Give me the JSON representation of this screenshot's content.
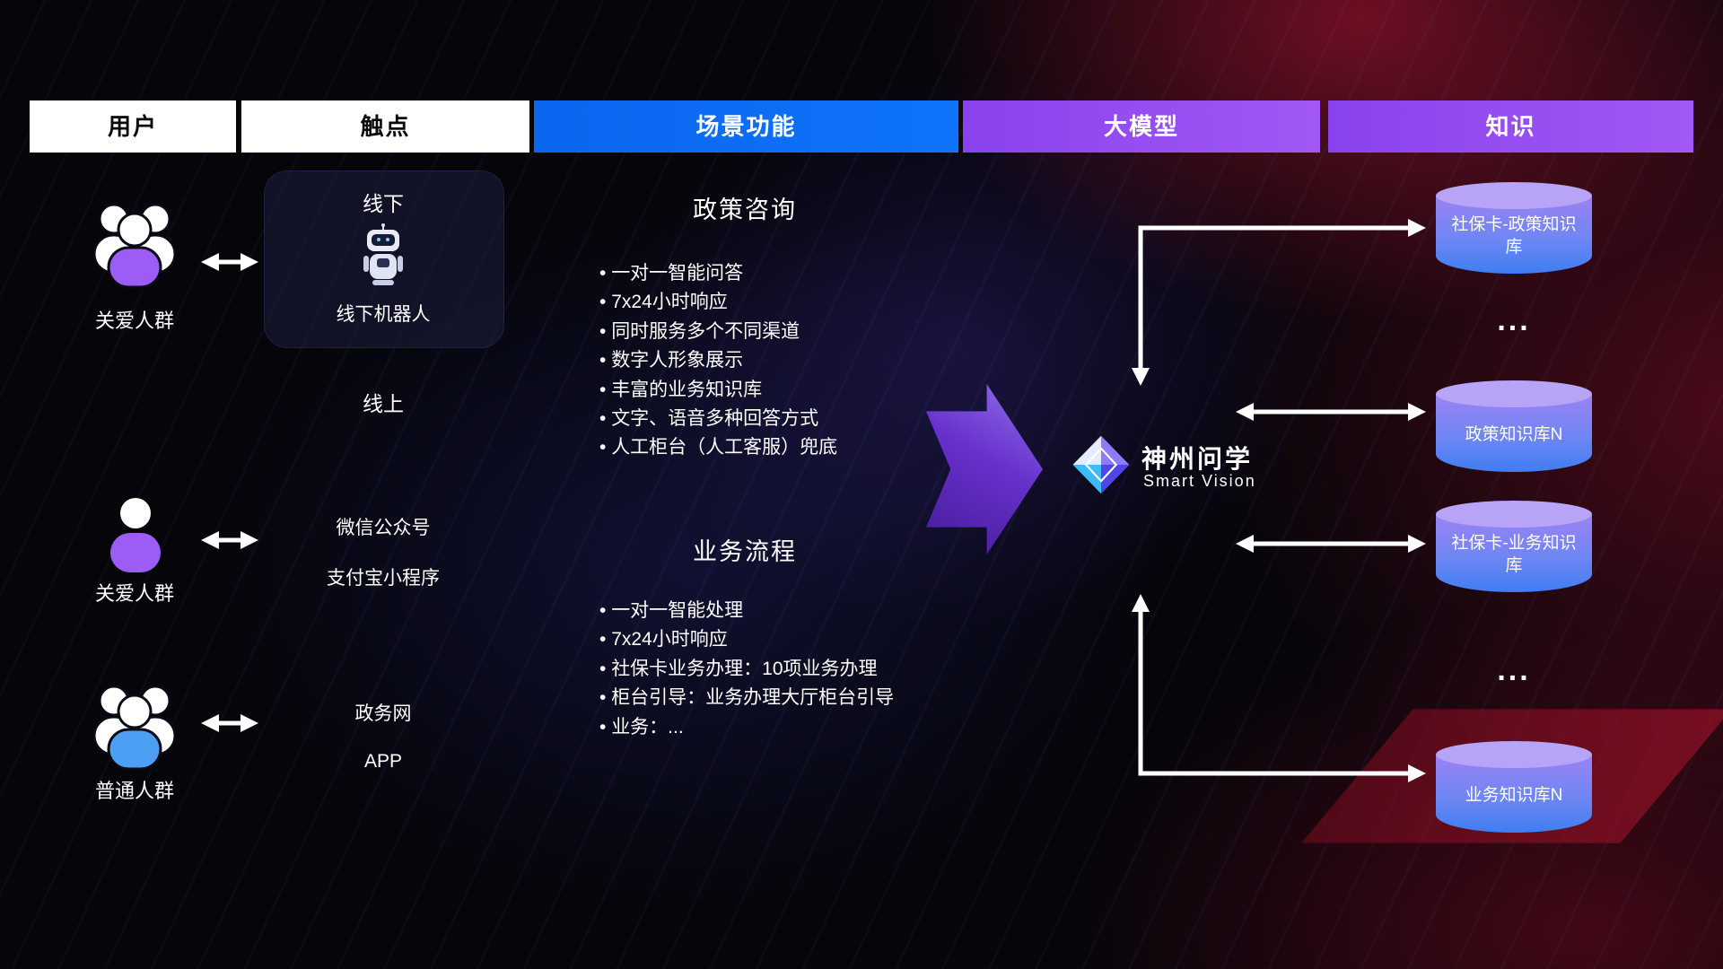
{
  "headers": [
    {
      "label": "用户"
    },
    {
      "label": "触点"
    },
    {
      "label": "场景功能"
    },
    {
      "label": "大模型"
    },
    {
      "label": "知识"
    }
  ],
  "users": [
    {
      "label": "关爱人群"
    },
    {
      "label": "关爱人群"
    },
    {
      "label": "普通人群"
    }
  ],
  "touchpoints": {
    "offline_title": "线下",
    "offline_robot_label": "线下机器人",
    "online_title": "线上",
    "channel_wechat": "微信公众号",
    "channel_alipay": "支付宝小程序",
    "channel_gov": "政务网",
    "channel_app": "APP"
  },
  "scenarios": [
    {
      "title": "政策咨询",
      "items": [
        "一对一智能问答",
        "7x24小时响应",
        "同时服务多个不同渠道",
        "数字人形象展示",
        "丰富的业务知识库",
        "文字、语音多种回答方式",
        "人工柜台（人工客服）兜底"
      ]
    },
    {
      "title": "业务流程",
      "items": [
        "一对一智能处理",
        "7x24小时响应",
        "社保卡业务办理：10项业务办理",
        "柜台引导：业务办理大厅柜台引导",
        "业务：..."
      ]
    }
  ],
  "model": {
    "name": "神州问学",
    "subtitle": "Smart Vision"
  },
  "knowledge": {
    "db1": "社保卡-政策知识库",
    "dots1": "...",
    "db2": "政策知识库N",
    "db3": "社保卡-业务知识库",
    "dots2": "...",
    "db4": "业务知识库N"
  },
  "colors": {
    "header_blue": "#0f74fa",
    "header_purple": "#9a4ef2",
    "user_purple": "#9d5cf5",
    "user_blue": "#4d9ff5",
    "db_top": "#b7a4f7",
    "db_bottom": "#3f7ef2",
    "arrow_white": "#ffffff"
  }
}
